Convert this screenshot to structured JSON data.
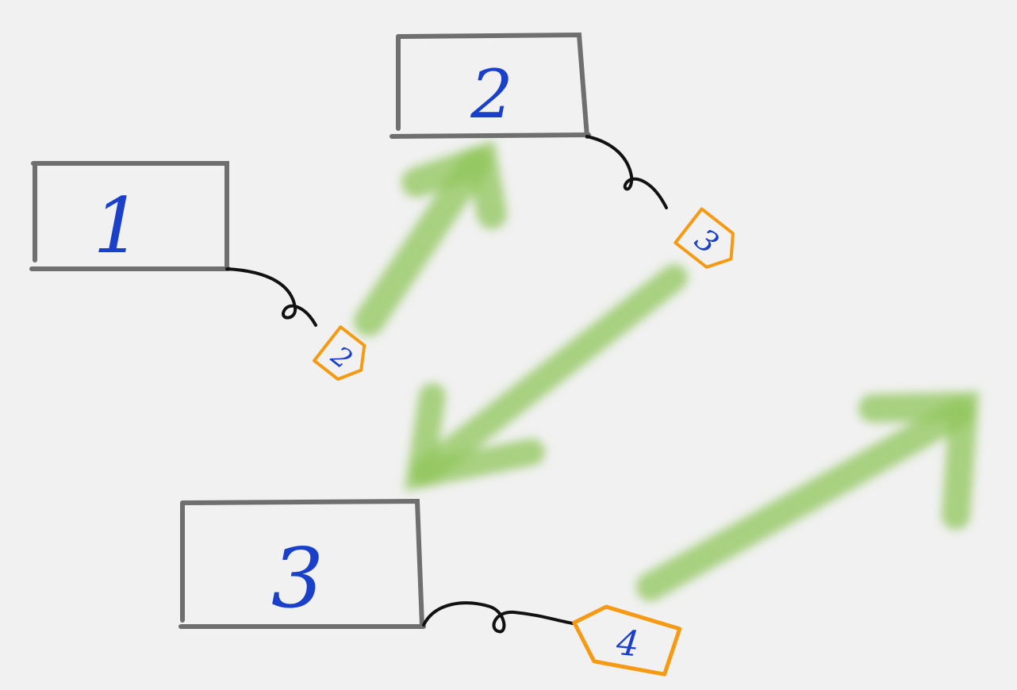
{
  "diagram": {
    "nodes": [
      {
        "id": "node-1",
        "label": "1",
        "next_tag": "2"
      },
      {
        "id": "node-2",
        "label": "2",
        "next_tag": "3"
      },
      {
        "id": "node-3",
        "label": "3",
        "next_tag": "4"
      }
    ]
  },
  "colors": {
    "background": "#f1f1f1",
    "box_stroke": "#6f6f6f",
    "number_ink": "#1a3fc8",
    "tag_outline": "#f59a12",
    "tether": "#111111",
    "arrow": "#8fc65a"
  }
}
